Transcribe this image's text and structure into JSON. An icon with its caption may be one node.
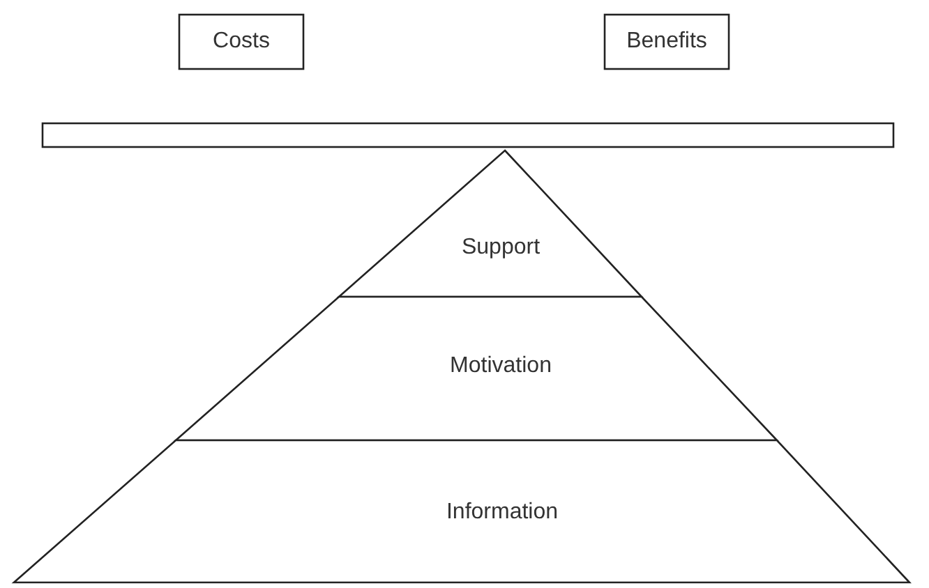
{
  "diagram": {
    "nodes": [
      {
        "text": [
          "Costs"
        ]
      },
      {
        "text": [
          "Benefits"
        ]
      },
      {
        "text": [],
        "shape": "bar"
      },
      {
        "text": [
          "Support"
        ]
      },
      {
        "text": [
          "Motivation"
        ]
      },
      {
        "text": [
          "Information"
        ]
      }
    ]
  }
}
